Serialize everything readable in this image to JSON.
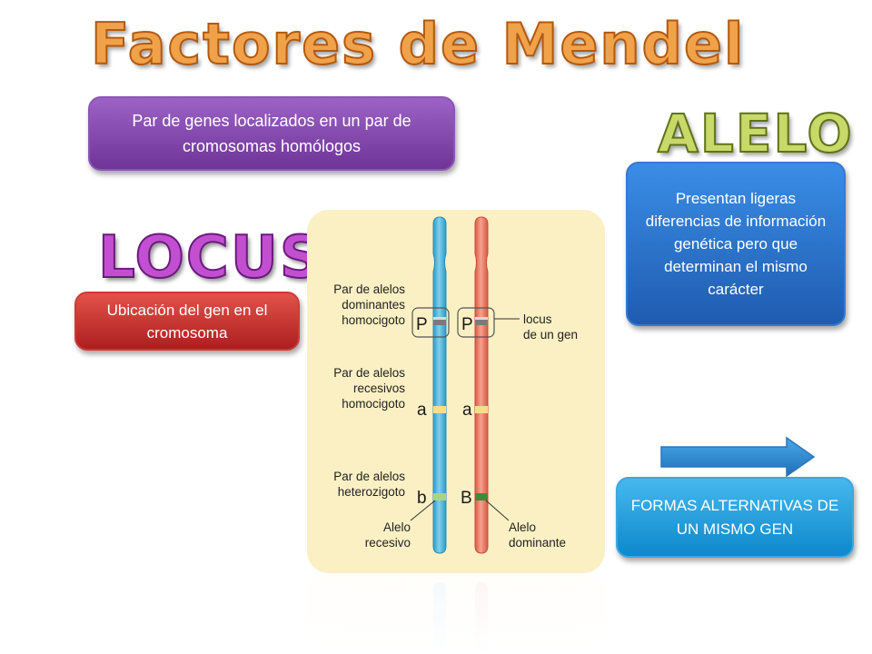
{
  "slide": {
    "title": "Factores de Mendel",
    "locus_word": "LOCUS",
    "alelo_word": "ALELO"
  },
  "boxes": {
    "genes": "Par de genes localizados en un par de cromosomas homólogos",
    "ubicacion": "Ubicación del gen en el cromosoma",
    "diferencias": "Presentan ligeras diferencias de información genética pero que determinan el mismo carácter",
    "formas": "FORMAS ALTERNATIVAS DE UN MISMO GEN"
  },
  "diagram": {
    "label_dom_1": "Par de alelos",
    "label_dom_2": "dominantes",
    "label_dom_3": "homocigoto",
    "label_rec_1": "Par de alelos",
    "label_rec_2": "recesivos",
    "label_rec_3": "homocigoto",
    "label_het_1": "Par de alelos",
    "label_het_2": "heterozigoto",
    "gene_P_left": "P",
    "gene_P_right": "P",
    "gene_a_left": "a",
    "gene_a_right": "a",
    "gene_b": "b",
    "gene_B": "B",
    "locus_1": "locus",
    "locus_2": "de un gen",
    "rec_1": "Alelo",
    "rec_2": "recesivo",
    "dom_1": "Alelo",
    "dom_2": "dominante"
  },
  "colors": {
    "chromosome_left": "#4bb3d8",
    "chromosome_right": "#ee7560",
    "diagram_bg": "#fbf0c4",
    "arrow": "#2e8fd3"
  },
  "icons": {
    "arrow": "right-arrow-icon"
  }
}
